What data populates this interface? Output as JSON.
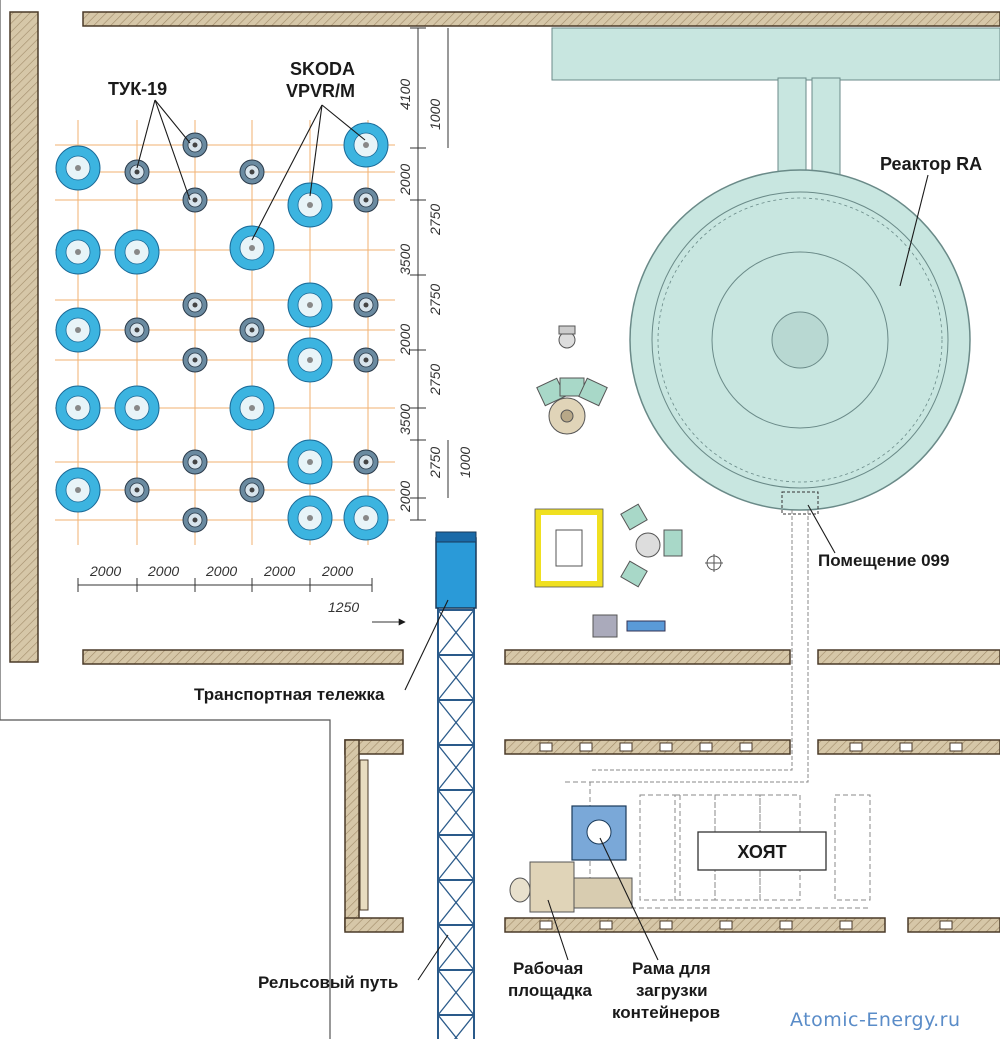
{
  "labels": {
    "tuk19": "ТУК-19",
    "skoda_line1": "SKODA",
    "skoda_line2": "VPVR/M",
    "reactor": "Реактор RA",
    "room099": "Помещение 099",
    "cart": "Транспортная тележка",
    "rail": "Рельсовый путь",
    "platform_line1": "Рабочая",
    "platform_line2": "площадка",
    "frame_line1": "Рама для",
    "frame_line2": "загрузки",
    "frame_line3": "контейнеров",
    "hoyat": "ХОЯТ",
    "site": "Atomic-Energy.ru"
  },
  "dimensions": {
    "vertical": [
      "4100",
      "1000",
      "2000",
      "2750",
      "3500",
      "2750",
      "2000",
      "2750",
      "3500",
      "2750",
      "1000",
      "2000"
    ],
    "horizontal": [
      "2000",
      "2000",
      "2000",
      "2000",
      "2000"
    ],
    "offset": "1250"
  },
  "colors": {
    "wall_fill": "#c8b89a",
    "wall_stroke": "#4a3a28",
    "reactor_fill": "#c8e6e0",
    "skoda_blue": "#3cb4e0",
    "tuk_fill": "#6a8aa0",
    "grid_orange": "#f0a050",
    "cart_blue": "#2a9ad8",
    "truss": "#2a5a8a",
    "frame_yellow": "#f0e020",
    "frame_blue": "#7aa8d8"
  }
}
